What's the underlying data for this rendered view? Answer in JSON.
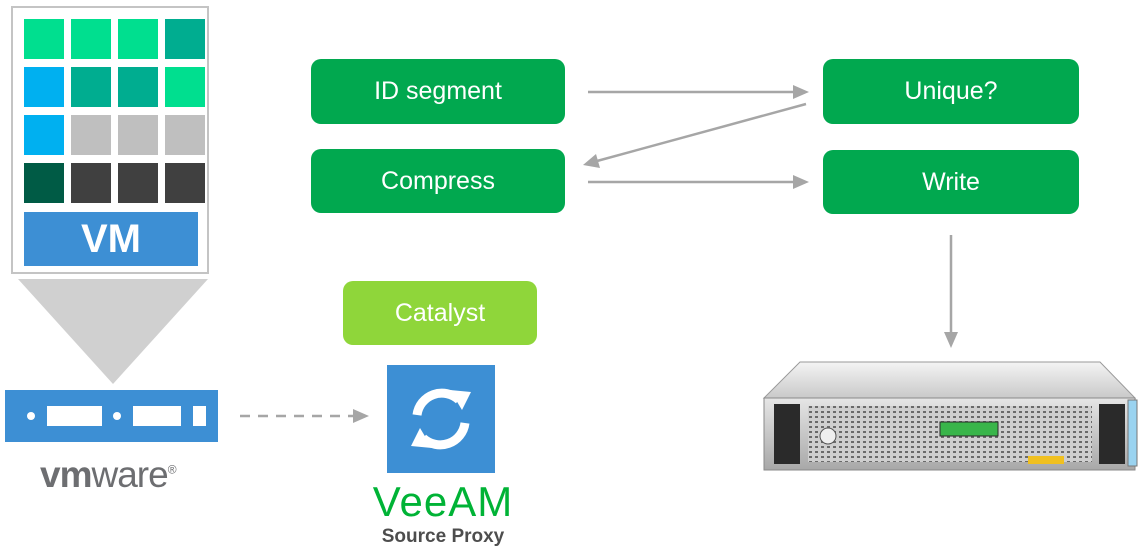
{
  "vm": {
    "label": "VM",
    "grid": [
      [
        "#00df8f",
        "#00df8f",
        "#00df8f",
        "#00ad90"
      ],
      [
        "#00b0f0",
        "#00ad90",
        "#00ad90",
        "#00df8f"
      ],
      [
        "#00b0f0",
        "#bfbfbf",
        "#bfbfbf",
        "#bfbfbf"
      ],
      [
        "#005b45",
        "#404040",
        "#404040",
        "#404040"
      ]
    ]
  },
  "host": {
    "brand": "vm",
    "brand_rest": "ware",
    "brand_mark": "®"
  },
  "steps": {
    "id_segment": "ID segment",
    "unique": "Unique?",
    "compress": "Compress",
    "write": "Write",
    "catalyst": "Catalyst"
  },
  "proxy": {
    "brand": "VeeAM",
    "label": "Source Proxy"
  },
  "colors": {
    "step_green": "#01a84f",
    "catalyst_green": "#8fd63a",
    "vmware_blue": "#3d8fd4",
    "veeam_green": "#00b336",
    "arrow_gray": "#a6a6a6"
  }
}
